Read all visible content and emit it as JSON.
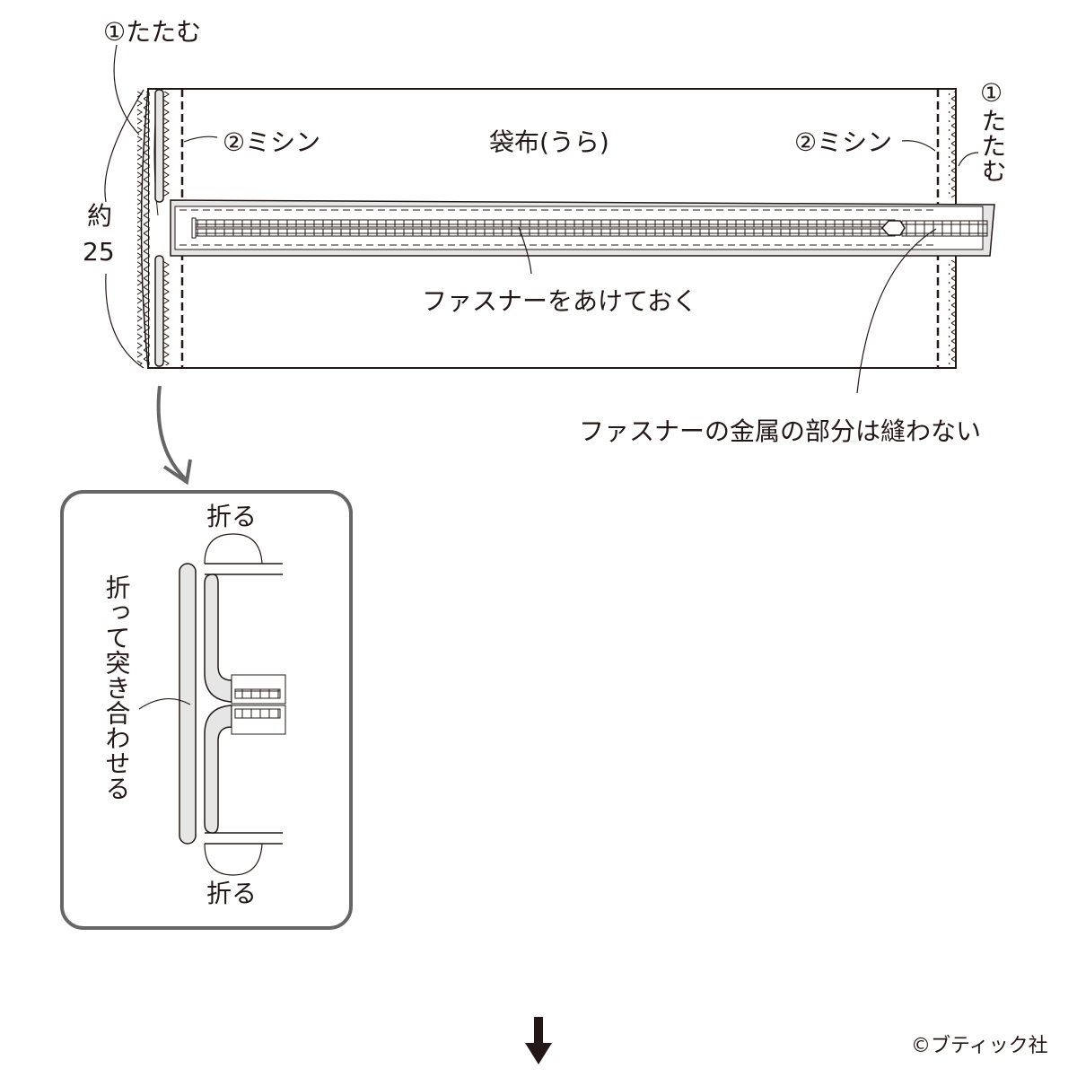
{
  "labels": {
    "fold_left": "①たたむ",
    "fold_right_num": "①",
    "fold_right_text": "たたむ",
    "sew_left": "②ミシン",
    "sew_right": "②ミシン",
    "fabric": "袋布(うら)",
    "approx": "約",
    "approx_value": "25",
    "zipper_open": "ファスナーをあけておく",
    "zipper_metal": "ファスナーの金属の部分は縫わない"
  },
  "inset": {
    "fold_top": "折る",
    "fold_bottom": "折る",
    "butt_together": "折って突き合わせる"
  },
  "footer": {
    "copyright": "©ブティック社"
  },
  "colors": {
    "line": "#231815",
    "gray_fill": "#e6e6e6",
    "inset_border": "#666666"
  }
}
